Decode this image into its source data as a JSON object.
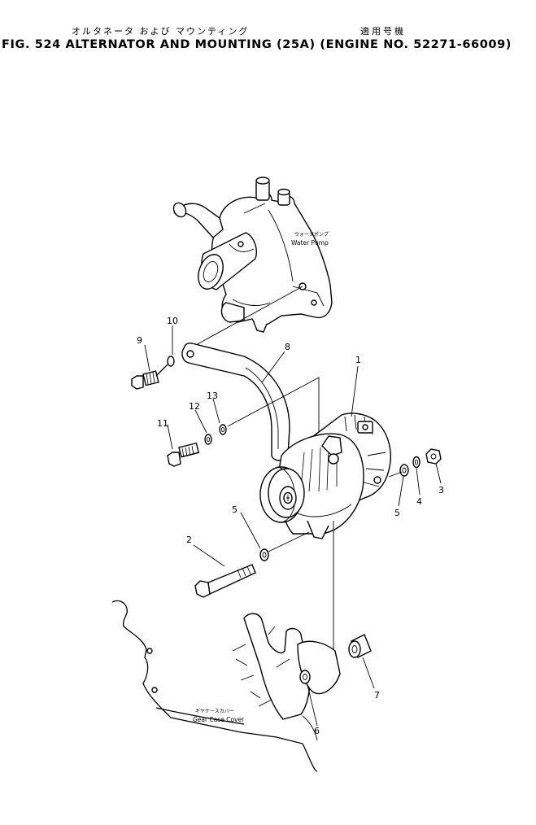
{
  "header": {
    "title_jp": "オルタネータ および マウンティング",
    "applicable_jp": "適用号機",
    "figure_title": "FIG. 524  ALTERNATOR AND MOUNTING (25A) (ENGINE NO. 52271-66009)"
  },
  "components": {
    "water_pump_jp": "ウォータポンプ",
    "water_pump_en": "Water Pump",
    "gear_case_jp": "ギヤケースカバー",
    "gear_case_en": "Gear Case Cover"
  },
  "callouts": {
    "p1": "1",
    "p2": "2",
    "p3": "3",
    "p4": "4",
    "p5a": "5",
    "p5b": "5",
    "p6": "6",
    "p7": "7",
    "p8": "8",
    "p9": "9",
    "p10": "10",
    "p11": "11",
    "p12": "12",
    "p13": "13"
  }
}
